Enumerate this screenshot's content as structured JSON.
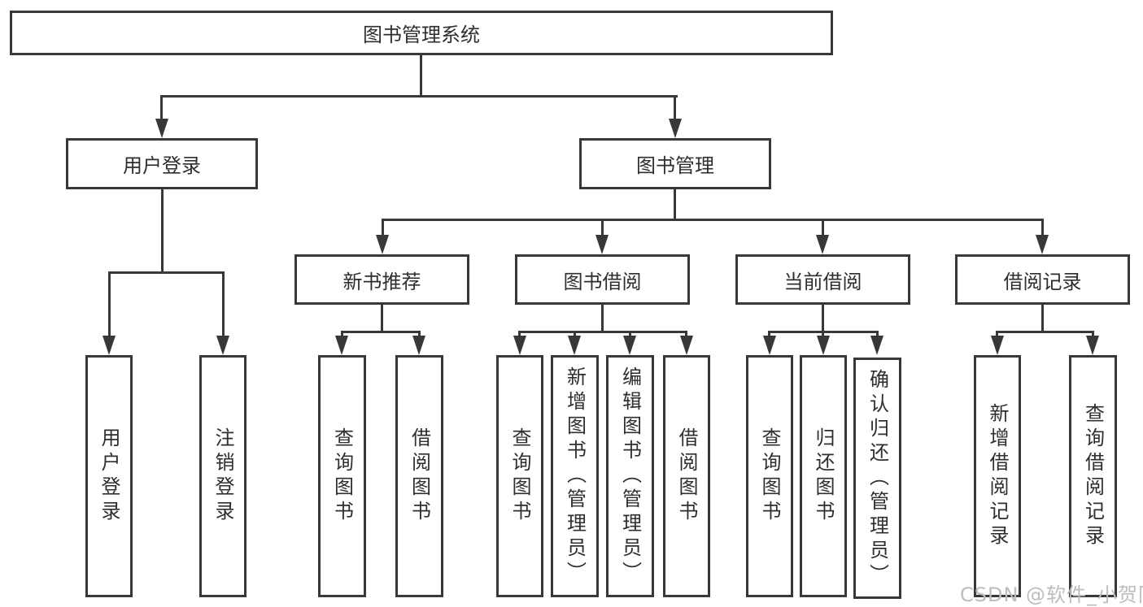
{
  "diagram": {
    "root": {
      "label": "图书管理系统",
      "children": [
        {
          "label": "用户登录",
          "children": [
            {
              "label": "用户登录"
            },
            {
              "label": "注销登录"
            }
          ]
        },
        {
          "label": "图书管理",
          "children": [
            {
              "label": "新书推荐",
              "children": [
                {
                  "label": "查询图书"
                },
                {
                  "label": "借阅图书"
                }
              ]
            },
            {
              "label": "图书借阅",
              "children": [
                {
                  "label": "查询图书"
                },
                {
                  "label": "新增图书（管理员）"
                },
                {
                  "label": "编辑图书（管理员）"
                },
                {
                  "label": "借阅图书"
                }
              ]
            },
            {
              "label": "当前借阅",
              "children": [
                {
                  "label": "查询图书"
                },
                {
                  "label": "归还图书"
                },
                {
                  "label": "确认归还（管理员）"
                }
              ]
            },
            {
              "label": "借阅记录",
              "children": [
                {
                  "label": "新增借阅记录"
                },
                {
                  "label": "查询借阅记录"
                }
              ]
            }
          ]
        }
      ]
    }
  },
  "watermark": {
    "text": "CSDN @软件_小贺同学"
  },
  "colors": {
    "line": "#383838",
    "text": "#2e2e2e",
    "background": "#ffffff",
    "watermark": "#bdbdbd"
  }
}
